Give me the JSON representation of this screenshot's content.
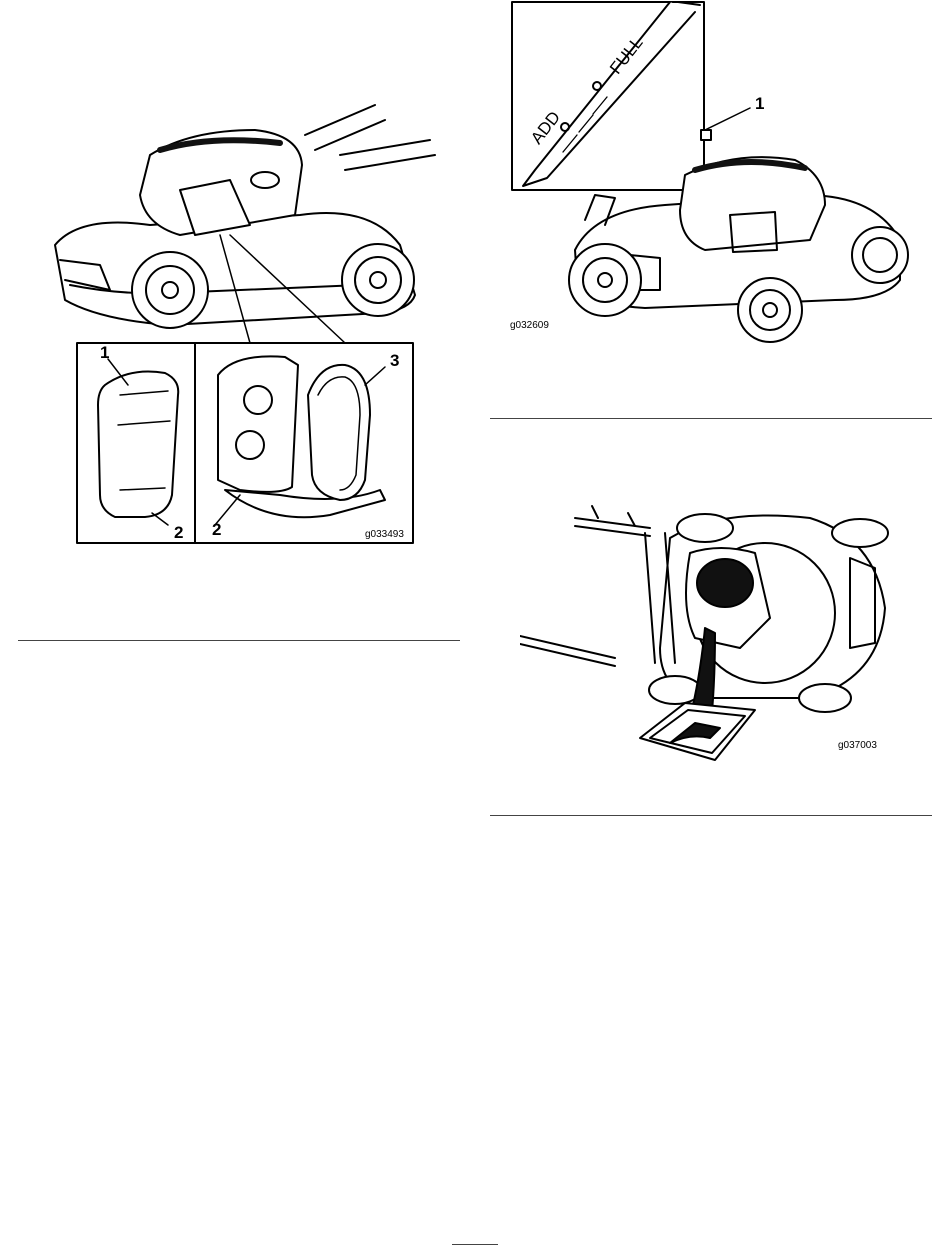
{
  "figures": {
    "air_filter": {
      "code": "g033493",
      "callouts": {
        "c1": "1",
        "c2a": "2",
        "c2b": "2",
        "c3": "3"
      }
    },
    "dipstick": {
      "code": "g032609",
      "callouts": {
        "c1": "1"
      },
      "gauge": {
        "add": "ADD",
        "full": "FULL"
      }
    },
    "oil_drain": {
      "code": "g037003"
    }
  }
}
